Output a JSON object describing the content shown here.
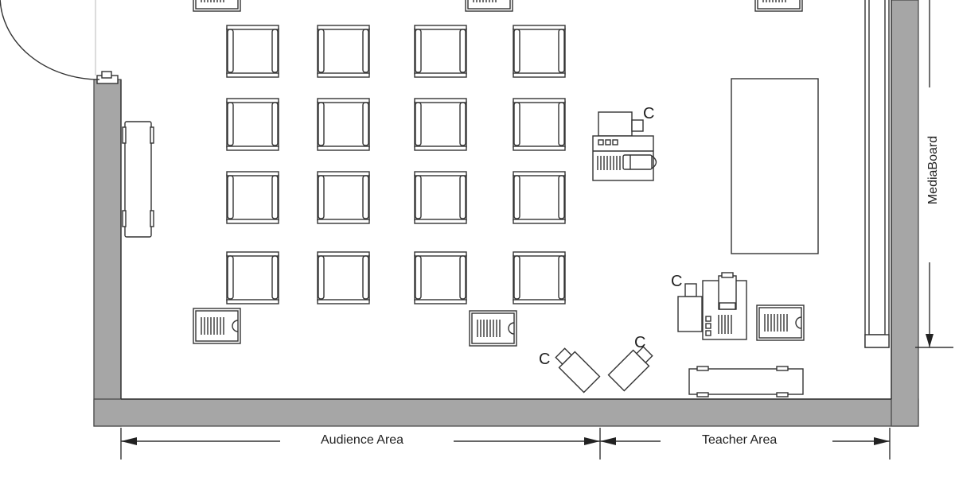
{
  "labels": {
    "audience_area": "Audience Area",
    "teacher_area": "Teacher Area",
    "media_board": "MediaBoard"
  },
  "camera_marker": "C",
  "icons": {
    "chair": "chair-icon",
    "desk": "desk-icon",
    "camera": "camera-icon",
    "equipment": "equipment-rack-icon",
    "table": "table-icon",
    "door": "door-icon",
    "bench": "bench-icon",
    "media_board": "media-board-icon"
  },
  "colors": {
    "wall": "#a6a6a6",
    "line": "#333333"
  }
}
